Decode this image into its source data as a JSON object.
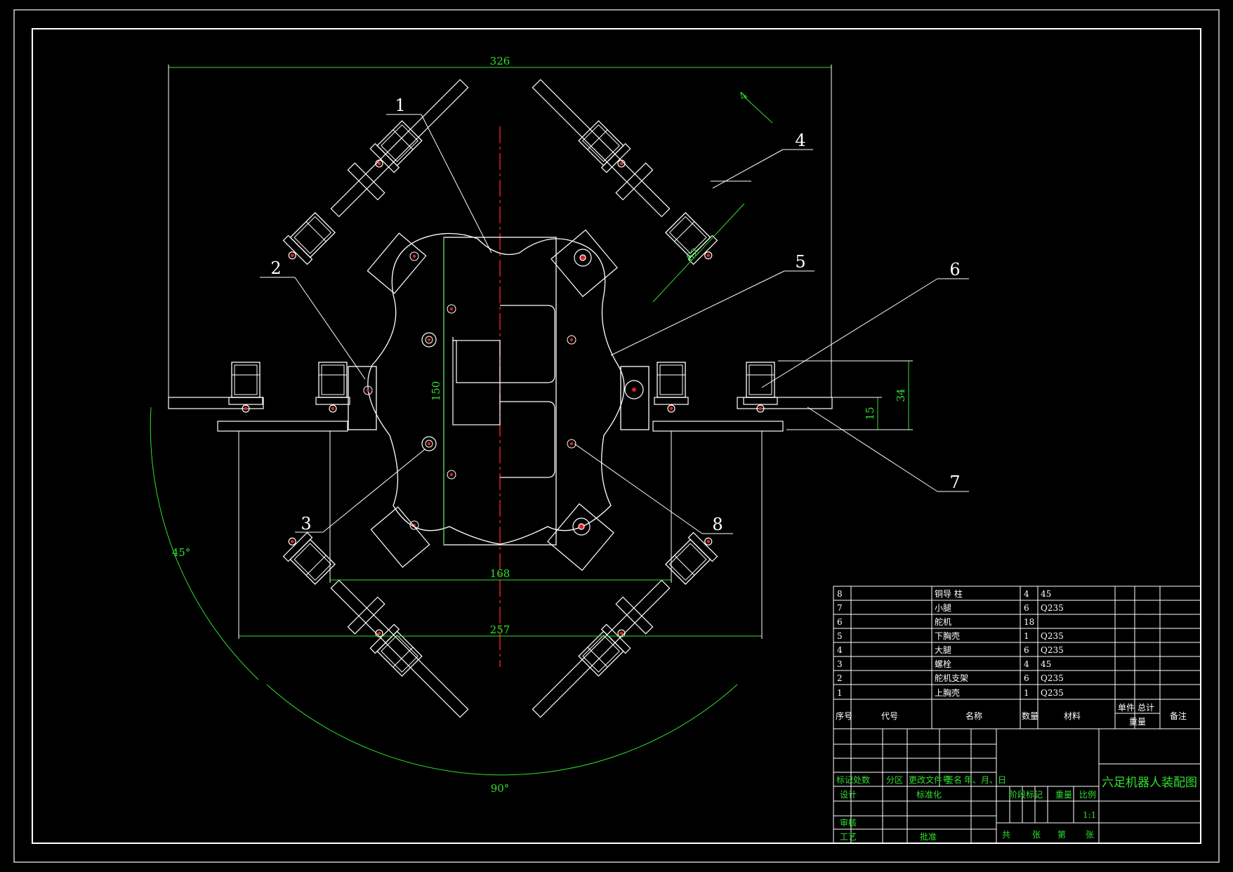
{
  "drawing": {
    "title": "六足机器人装配图",
    "scale": "1:1"
  },
  "dimensions": {
    "overall_width": "326",
    "inner_width_168": "168",
    "leg_span_257": "257",
    "body_height_150": "150",
    "height_34": "34",
    "height_15": "15",
    "length_62": "62",
    "small_4": "4",
    "angle_45": "45°",
    "angle_90": "90°"
  },
  "balloons": [
    "1",
    "2",
    "3",
    "4",
    "5",
    "6",
    "7",
    "8"
  ],
  "bom": {
    "rows": [
      {
        "no": "8",
        "code": "",
        "name": "铜导 柱",
        "qty": "4",
        "material": "45"
      },
      {
        "no": "7",
        "code": "",
        "name": "小腿",
        "qty": "6",
        "material": "Q235"
      },
      {
        "no": "6",
        "code": "",
        "name": "舵机",
        "qty": "18",
        "material": ""
      },
      {
        "no": "5",
        "code": "",
        "name": "下胸壳",
        "qty": "1",
        "material": "Q235"
      },
      {
        "no": "4",
        "code": "",
        "name": "大腿",
        "qty": "6",
        "material": "Q235"
      },
      {
        "no": "3",
        "code": "",
        "name": "螺栓",
        "qty": "4",
        "material": "45"
      },
      {
        "no": "2",
        "code": "",
        "name": "舵机支架",
        "qty": "6",
        "material": "Q235"
      },
      {
        "no": "1",
        "code": "",
        "name": "上胸壳",
        "qty": "1",
        "material": "Q235"
      }
    ],
    "header": {
      "no": "序号",
      "code": "代号",
      "name": "名称",
      "qty": "数量",
      "material": "材料",
      "unit": "单件",
      "total": "总计",
      "weight": "重量",
      "remark": "备注"
    }
  },
  "title_block": {
    "mark": "标记",
    "count": "处数",
    "zone": "分区",
    "change_doc": "更改文件号",
    "sign": "签名",
    "date": "年、月、日",
    "design": "设计",
    "standard": "标准化",
    "review": "审核",
    "process": "工艺",
    "approve": "批准",
    "stage": "阶段标记",
    "weight": "重量",
    "ratio": "比例",
    "total": "共",
    "sheets": "张",
    "nth": "第",
    "sheet2": "张"
  }
}
